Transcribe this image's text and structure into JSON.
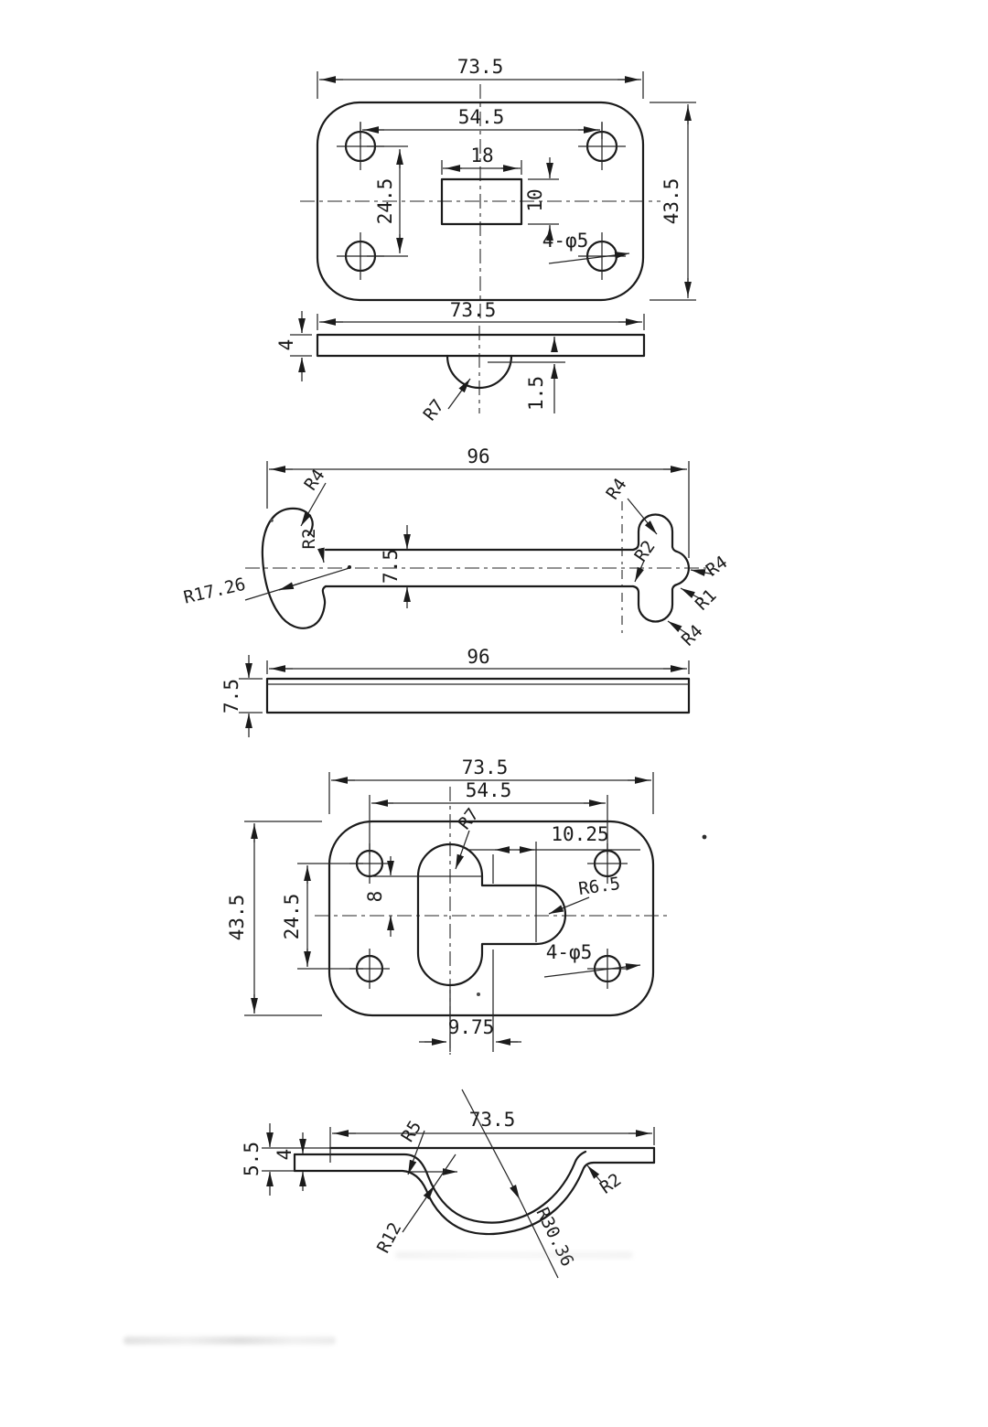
{
  "views": {
    "plate_top": {
      "width": "73.5",
      "hole_span": "54.5",
      "slot_width": "18",
      "hole_pitch": "24.5",
      "slot_height": "10",
      "height": "43.5",
      "holes": "4-φ5"
    },
    "plate_side": {
      "width": "73.5",
      "thickness": "4",
      "bump_radius": "R7",
      "bump_offset": "1.5"
    },
    "lever_top": {
      "length": "96",
      "grip_radius": "R17.26",
      "grip_corner_radius": "R4",
      "grip_fillet": "R2",
      "shaft_width": "7.5",
      "head_top_radius": "R4",
      "head_fillet": "R2",
      "tip_radius": "R4",
      "tip_fillet": "R1",
      "head_bottom_radius": "R4"
    },
    "lever_side": {
      "length": "96",
      "thickness": "7.5"
    },
    "latch_plate_top": {
      "width": "73.5",
      "hole_span": "54.5",
      "slot_radius": "R7",
      "notch_offset": "10.25",
      "slot_center_rise": "8",
      "hole_pitch": "24.5",
      "height": "43.5",
      "notch_radius": "R6.5",
      "holes": "4-φ5",
      "slot_offset": "9.75"
    },
    "latch_plate_section": {
      "width": "73.5",
      "step_depth": "5.5",
      "thickness": "4",
      "step_radius": "R5",
      "dish_side_radius": "R12",
      "dish_radius": "R30.36",
      "corner_radius": "R2"
    }
  }
}
